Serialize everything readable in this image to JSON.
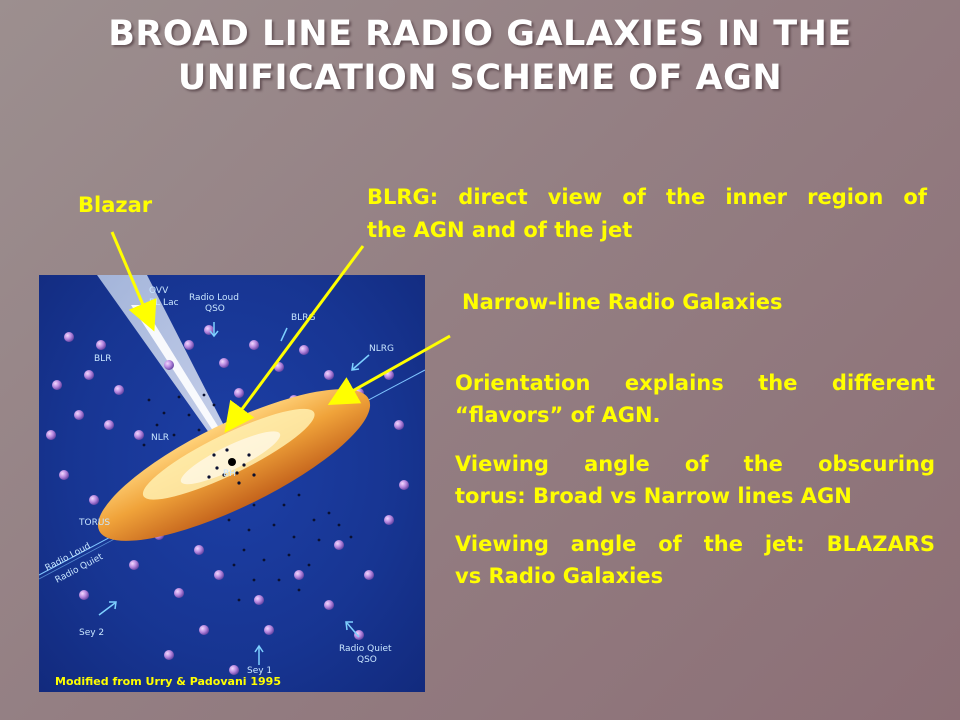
{
  "title": {
    "line1": "BROAD LINE RADIO GALAXIES IN THE",
    "line2": "UNIFICATION SCHEME OF AGN"
  },
  "callouts": {
    "blazar": "Blazar",
    "blrg_line1": "BLRG: direct view of the  inner region of",
    "blrg_line2": "the AGN and  of the jet",
    "nlrg": "Narrow-line Radio Galaxies"
  },
  "body": {
    "orientation_line1": "Orientation explains the different",
    "orientation_line2": "“flavors” of AGN.",
    "viewing_torus_line1": "Viewing angle of the obscuring",
    "viewing_torus_line2": "torus: Broad vs Narrow lines AGN",
    "viewing_jet_line1": "Viewing angle of the jet: BLAZARS",
    "viewing_jet_line2": "vs Radio Galaxies"
  },
  "diagram": {
    "labels": {
      "ovv": "OVV",
      "bllac": "BL Lac",
      "radio_loud_qso_1": "Radio Loud",
      "radio_loud_qso_2": "QSO",
      "blrg": "BLRG",
      "nlrg": "NLRG",
      "blr": "BLR",
      "torus": "TORUS",
      "nlr": "NLR",
      "bh": "BH",
      "radio_loud": "Radio Loud",
      "radio_quiet": "Radio Quiet",
      "sey2": "Sey 2",
      "sey1": "Sey 1",
      "radio_quiet_qso_1": "Radio Quiet",
      "radio_quiet_qso_2": "QSO"
    },
    "credit": "Modified from Urry & Padovani 1995"
  },
  "colors": {
    "title": "#ffffff",
    "highlight": "#ffff00",
    "background": "#947f83",
    "diagram_bg": "#173592",
    "torus": "#e8962a"
  }
}
